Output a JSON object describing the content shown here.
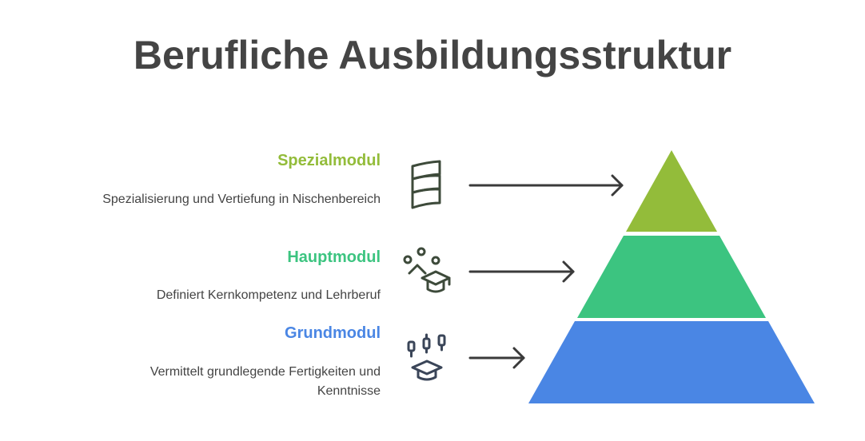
{
  "title": "Berufliche Ausbildungsstruktur",
  "levels": [
    {
      "name": "Spezialmodul",
      "description": "Spezialisierung und Vertiefung in Nischenbereich",
      "color": "#93BC3A",
      "icon": "layered-scroll-icon"
    },
    {
      "name": "Hauptmodul",
      "description": "Definiert Kernkompetenz und Lehrberuf",
      "color": "#3CC480",
      "icon": "skills-graduation-icon"
    },
    {
      "name": "Grundmodul",
      "description": "Vermittelt grundlegende Fertigkeiten und Kenntnisse",
      "color": "#4A86E4",
      "icon": "candlestick-graduation-icon"
    }
  ]
}
